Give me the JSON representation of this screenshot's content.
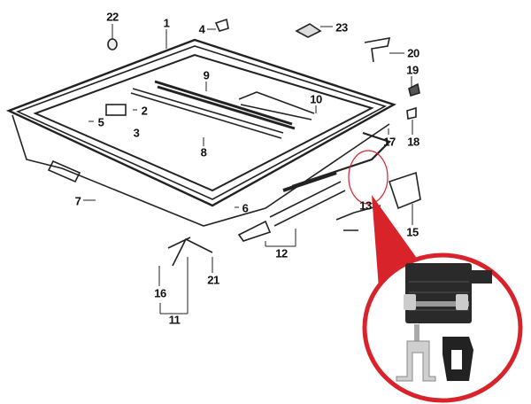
{
  "diagram": {
    "part_labels": [
      "1",
      "2",
      "3",
      "4",
      "5",
      "6",
      "7",
      "8",
      "9",
      "10",
      "11",
      "12",
      "13",
      "15",
      "16",
      "17",
      "18",
      "19",
      "20",
      "21",
      "22",
      "23"
    ],
    "highlight_color": "#d8232a",
    "line_color": "#111111",
    "callout_part": "13"
  }
}
